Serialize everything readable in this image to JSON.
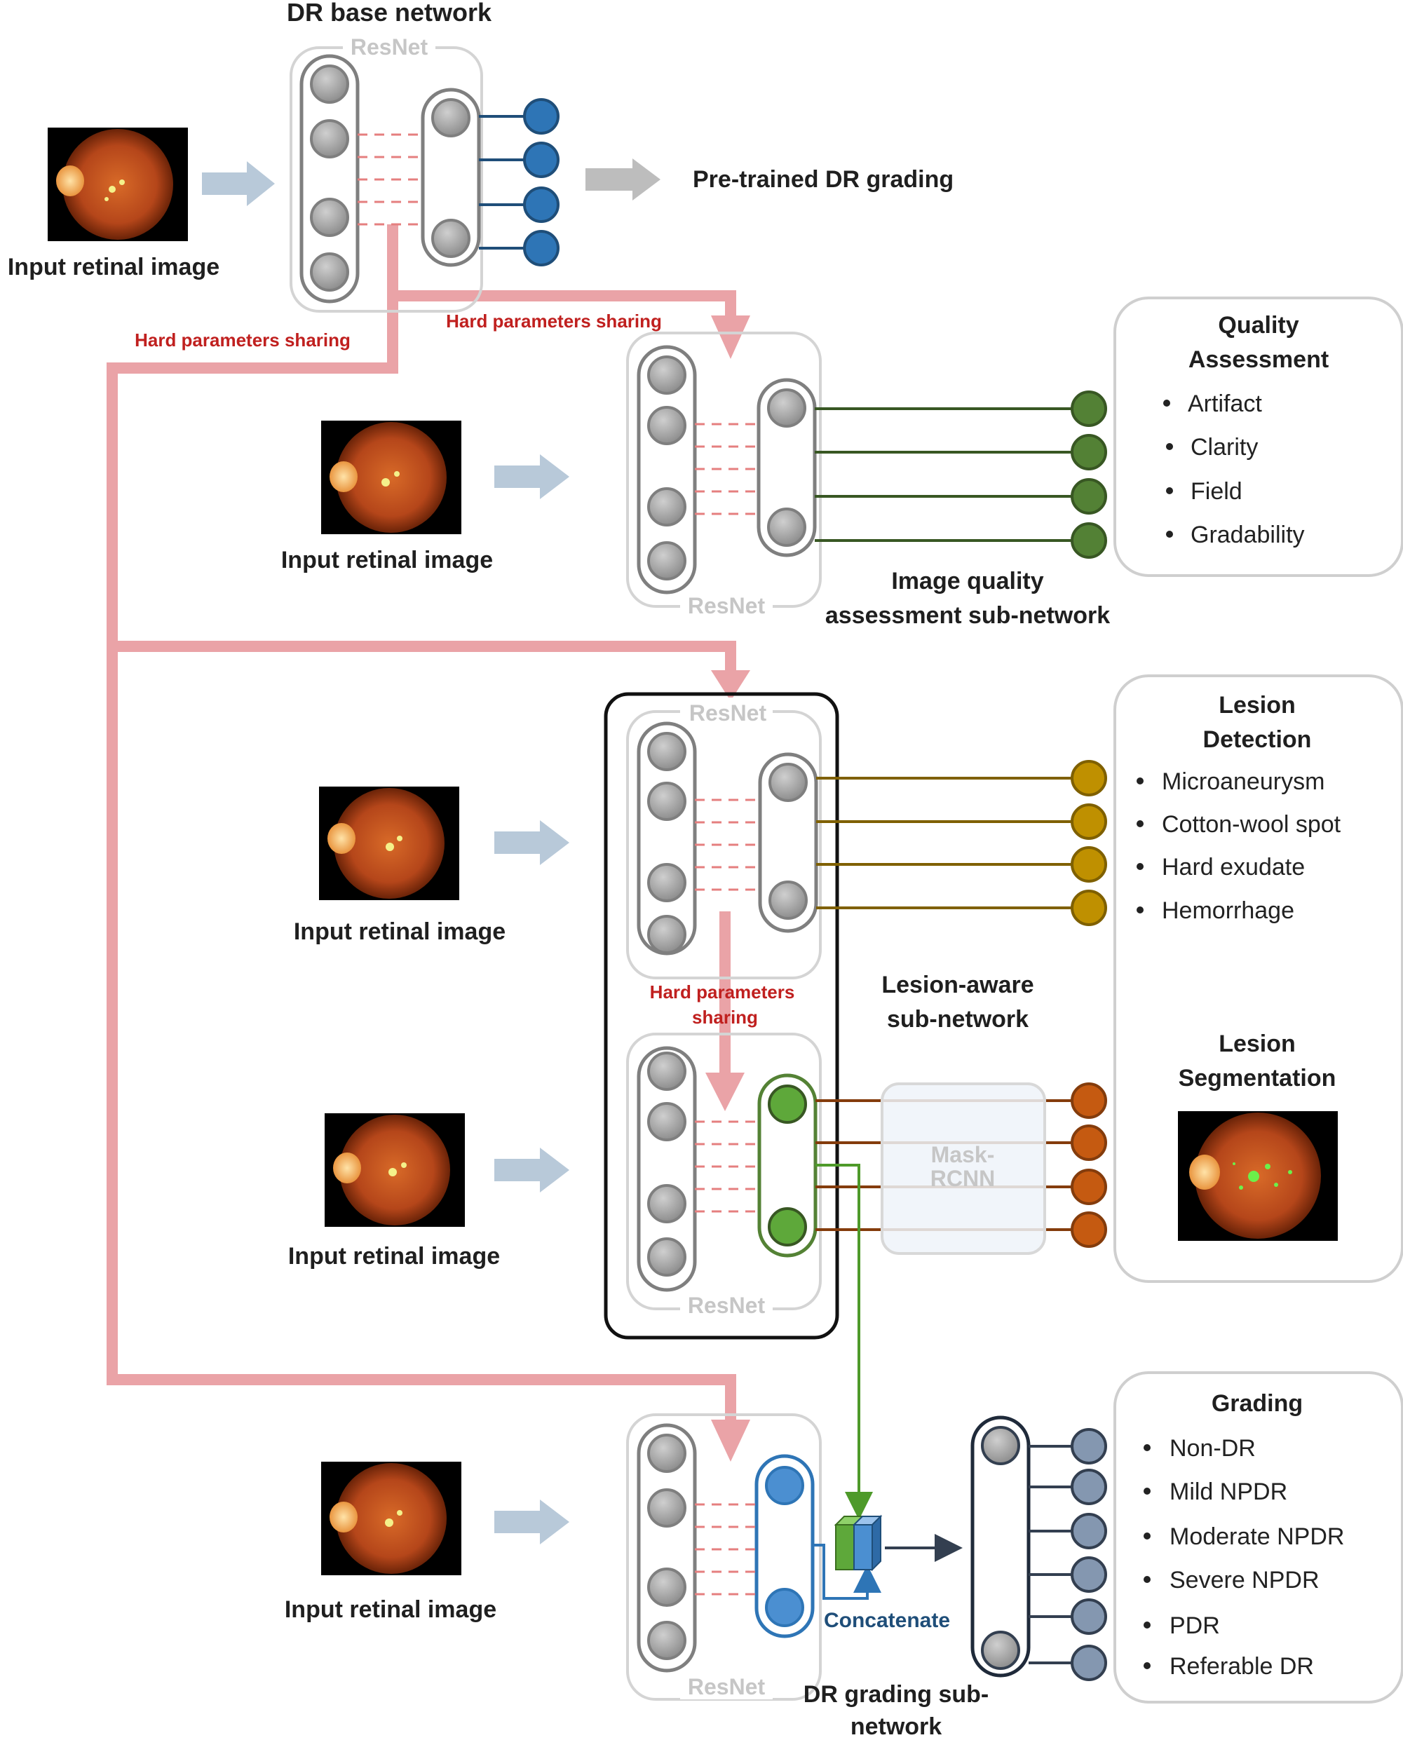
{
  "colors": {
    "sharing_arrow": "#eaa3a7",
    "input_arrow": "#b8c9d9",
    "grey_arrow": "#bdbdbd",
    "base_output": "#2e75b6",
    "quality_output": "#538135",
    "lesion_detection_output": "#bf9000",
    "lesion_segmentation_output": "#c55a11",
    "grading_output": "#8497b0",
    "grading_block": "#4b8fd1",
    "segmentation_block": "#5ea83a"
  },
  "base": {
    "title": "DR base network",
    "resnet": "ResNet",
    "input_label": "Input retinal image",
    "output_label": "Pre-trained DR grading"
  },
  "sharing": {
    "label_left": "Hard parameters sharing",
    "label_top": "Hard parameters sharing",
    "label_mid_1": "Hard parameters",
    "label_mid_2": "sharing"
  },
  "quality": {
    "input_label": "Input retinal image",
    "resnet": "ResNet",
    "subnet_line1": "Image quality",
    "subnet_line2": "assessment  sub-network",
    "panel_title_1": "Quality",
    "panel_title_2": "Assessment",
    "items": [
      "Artifact",
      "Clarity",
      "Field",
      "Gradability"
    ]
  },
  "lesion": {
    "input_label_1": "Input retinal image",
    "input_label_2": "Input retinal image",
    "resnet_top": "ResNet",
    "resnet_bottom": "ResNet",
    "subnet_line1": "Lesion-aware",
    "subnet_line2": "sub-network",
    "mask_line1": "Mask-",
    "mask_line2": "RCNN",
    "detection_title_1": "Lesion",
    "detection_title_2": "Detection",
    "detection_items": [
      "Microaneurysm",
      "Cotton-wool spot",
      "Hard exudate",
      "Hemorrhage"
    ],
    "segmentation_title_1": "Lesion",
    "segmentation_title_2": "Segmentation"
  },
  "grading": {
    "input_label": "Input retinal image",
    "resnet": "ResNet",
    "concat_label": "Concatenate",
    "subnet_line1": "DR grading sub-",
    "subnet_line2": "network",
    "panel_title": "Grading",
    "items": [
      "Non-DR",
      "Mild NPDR",
      "Moderate NPDR",
      "Severe NPDR",
      "PDR",
      "Referable DR"
    ]
  }
}
